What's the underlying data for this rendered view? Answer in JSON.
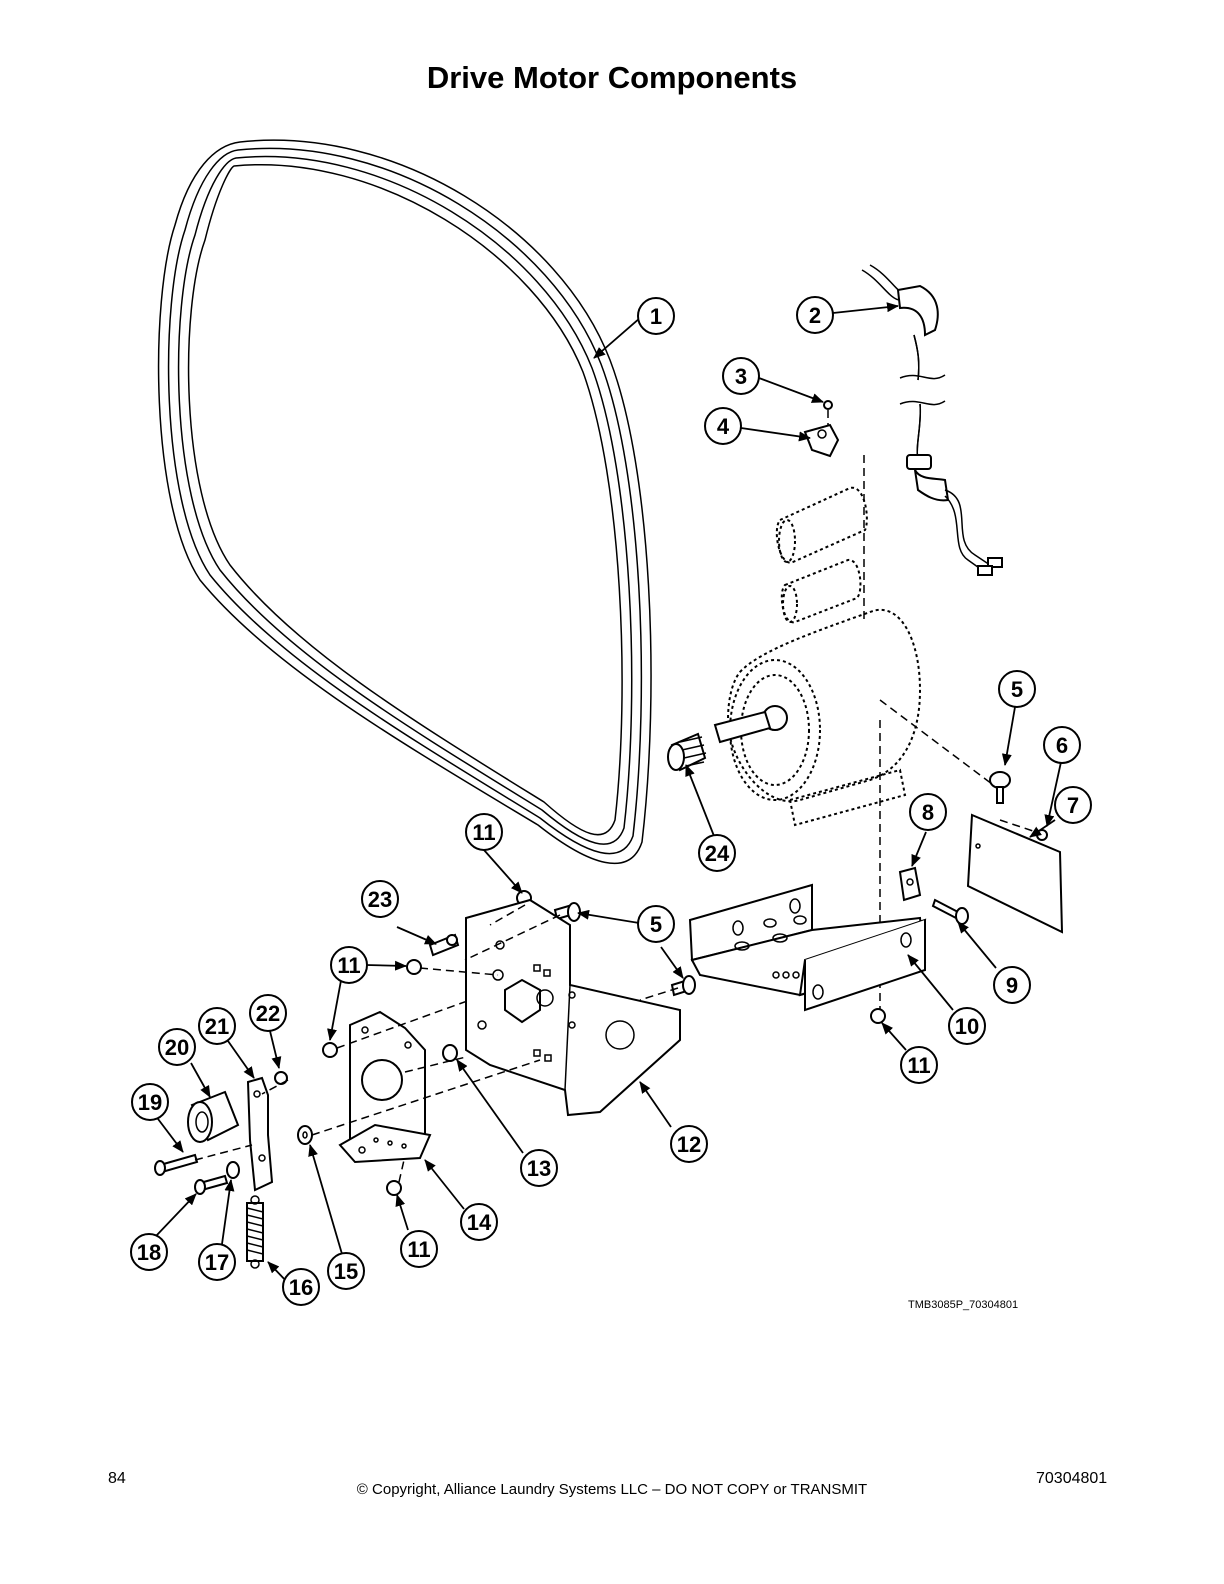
{
  "page": {
    "title": "Drive Motor Components",
    "figure_id": "TMB3085P_70304801",
    "page_number": "84",
    "copyright": "© Copyright, Alliance Laundry Systems LLC – DO NOT COPY or TRANSMIT",
    "doc_number": "70304801"
  },
  "callouts": [
    "1",
    "2",
    "3",
    "4",
    "5",
    "6",
    "7",
    "8",
    "9",
    "10",
    "11",
    "12",
    "13",
    "14",
    "15",
    "16",
    "17",
    "18",
    "19",
    "20",
    "21",
    "22",
    "23",
    "24"
  ]
}
